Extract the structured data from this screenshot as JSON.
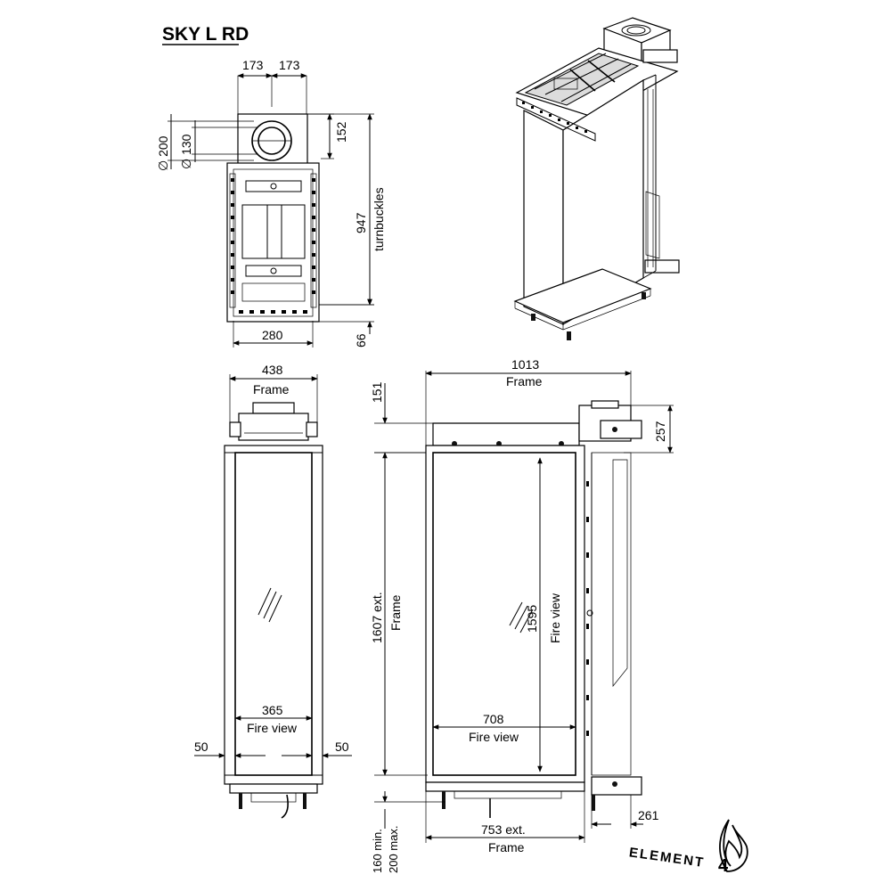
{
  "title": "SKY L RD",
  "top_view": {
    "dim_left": "173",
    "dim_right": "173",
    "dia_outer": "∅ 200",
    "dia_inner": "∅ 130",
    "dim_152": "152",
    "dim_947": "947",
    "turnbuckles": "turnbuckles",
    "dim_280": "280",
    "dim_66": "66"
  },
  "front_view": {
    "dim_438": "438",
    "frame_top": "Frame",
    "dim_365": "365",
    "fire_view": "Fire view",
    "dim_50_left": "50",
    "dim_50_right": "50"
  },
  "side_view": {
    "dim_1013": "1013",
    "frame_top": "Frame",
    "dim_151": "151",
    "dim_257": "257",
    "dim_1607": "1607 ext.",
    "frame_vertical": "Frame",
    "dim_1595": "1595",
    "fire_view_vertical": "Fire view",
    "dim_708": "708",
    "fire_view": "Fire view",
    "dim_261": "261",
    "dim_753": "753 ext.",
    "frame_bottom": "Frame",
    "dim_160": "160 min.",
    "dim_200": "200 max."
  },
  "logo": {
    "text": "ELEMENT",
    "digit": "4"
  }
}
